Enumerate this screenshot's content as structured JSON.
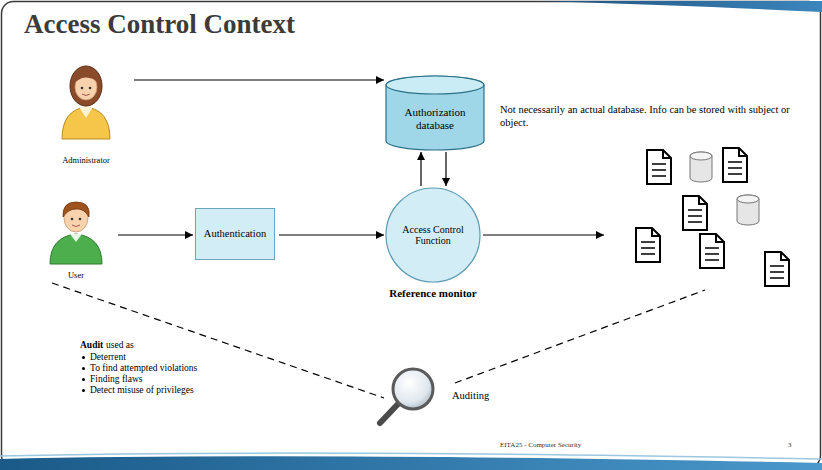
{
  "diagram": {
    "title": "Access Control Context",
    "nodes": [
      {
        "text": [
          "Administrator"
        ]
      },
      {
        "text": [
          "Authorization database"
        ]
      },
      {
        "text": [
          "User"
        ]
      },
      {
        "text": [
          "Authentication"
        ]
      },
      {
        "text": [
          "Access Control Function",
          "Reference monitor"
        ]
      }
    ],
    "edges": [
      {
        "from": 0,
        "to": 1,
        "arrow": "to"
      },
      {
        "from": 2,
        "to": 3,
        "arrow": "to"
      },
      {
        "from": 3,
        "to": 4,
        "arrow": "to"
      },
      {
        "from": 4,
        "to": 1,
        "arrow": "to"
      },
      {
        "from": 1,
        "to": 4,
        "arrow": "to"
      }
    ],
    "labels": [
      "Not necessarily an actual database. Info can be stored with subject or object.",
      "Audit",
      "used as",
      "Deterrent",
      "To find attempted violations",
      "Finding flaws",
      "Detect misuse of privileges",
      "Auditing",
      "EITA25 - Computer Security",
      "3"
    ]
  }
}
